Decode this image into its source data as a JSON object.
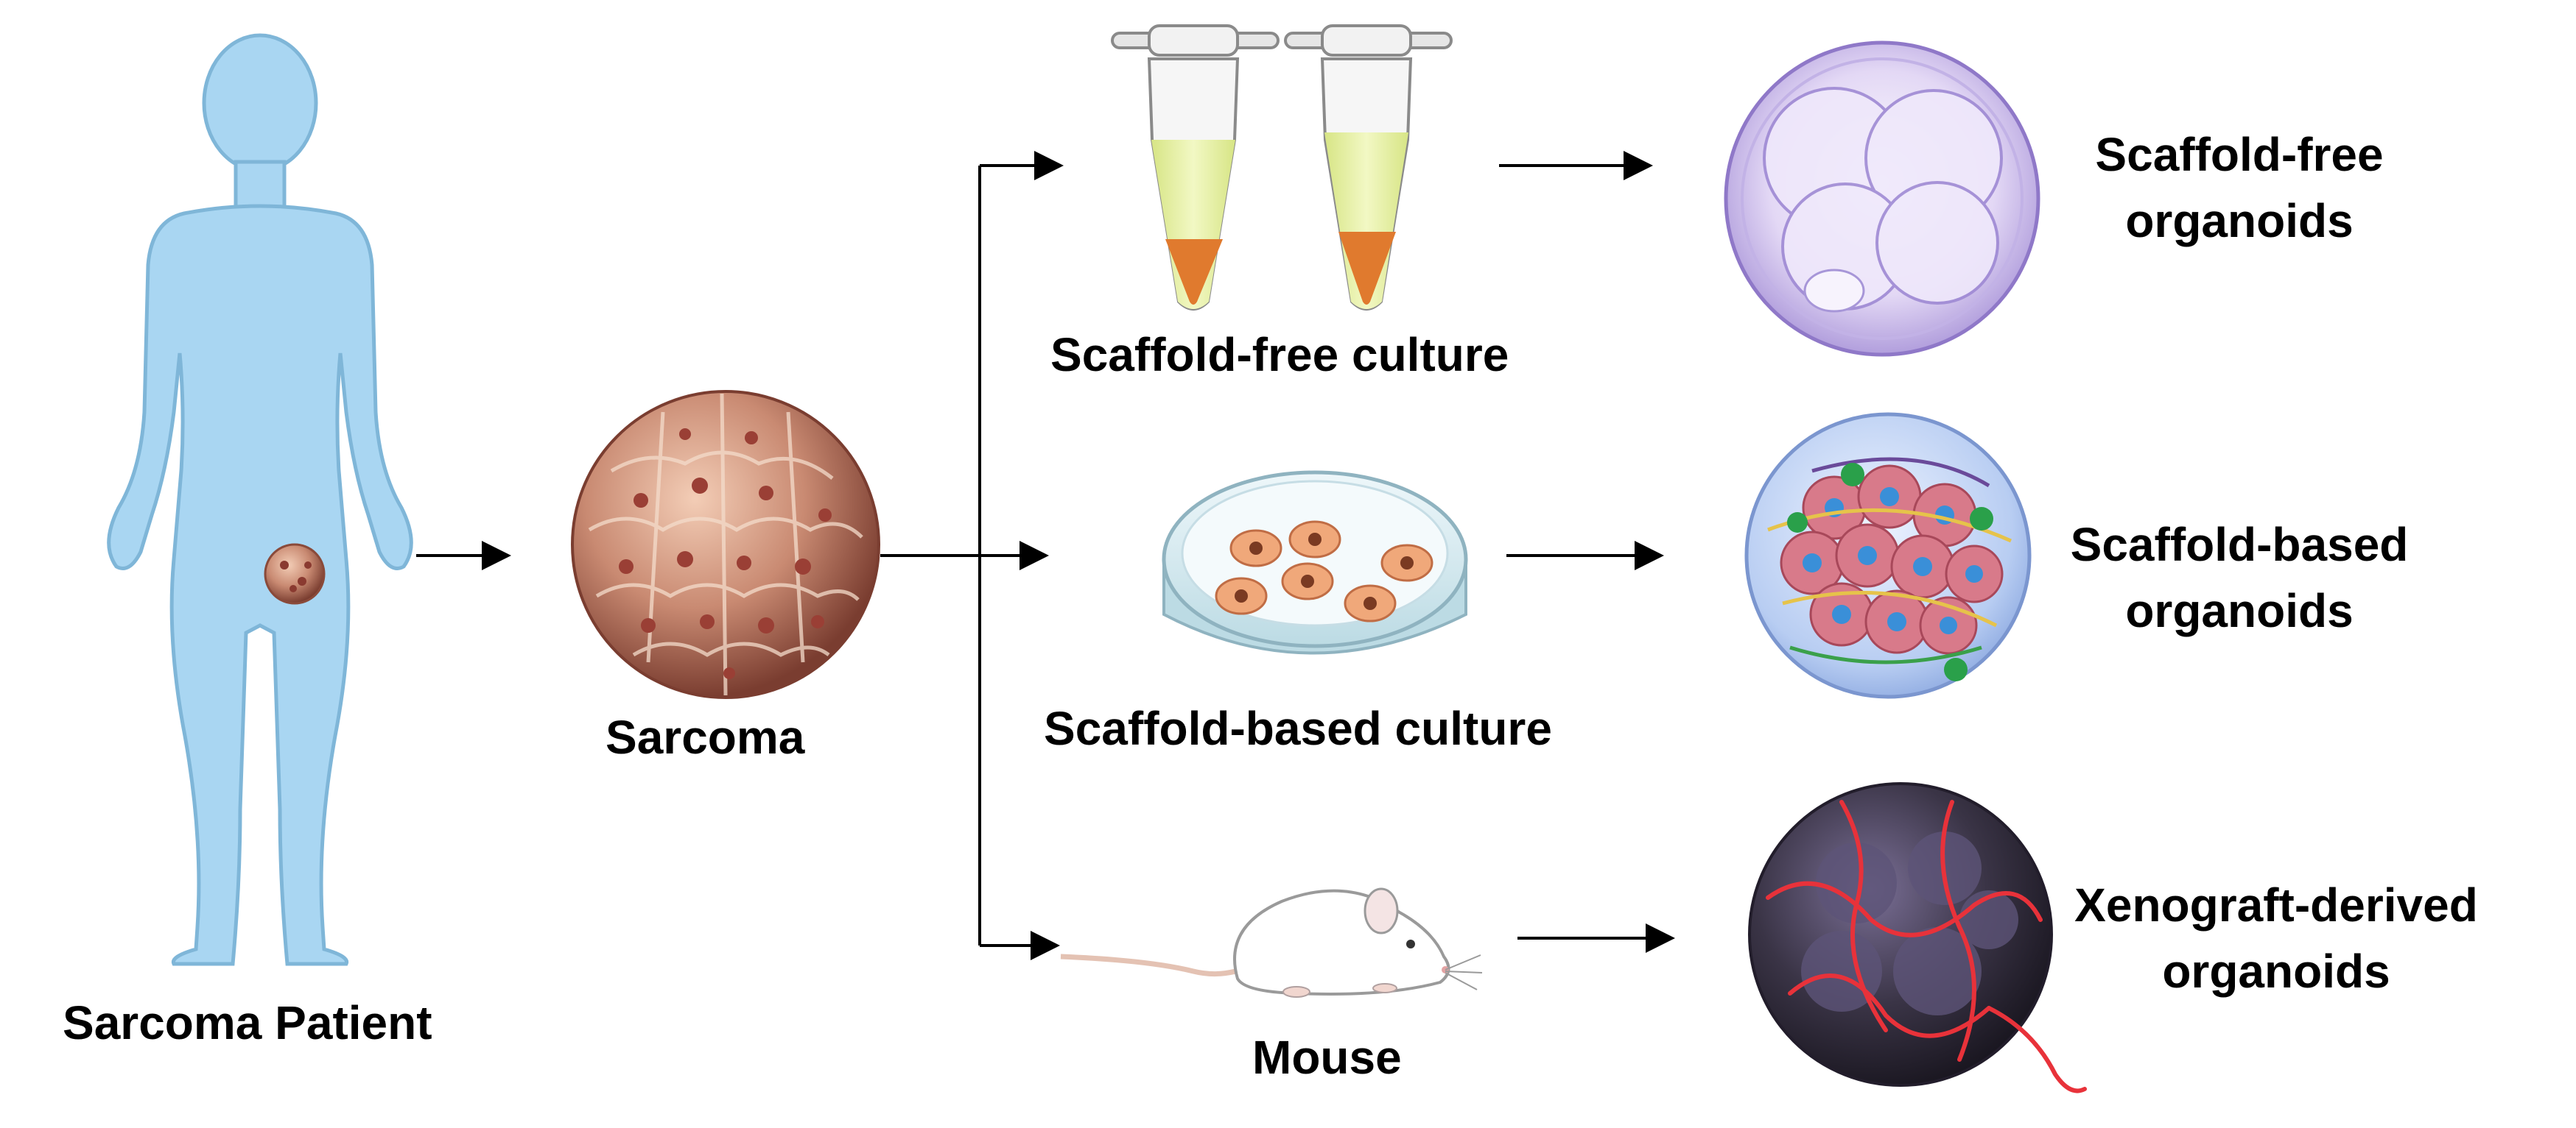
{
  "patient": {
    "label": "Sarcoma Patient"
  },
  "tumor": {
    "label": "Sarcoma"
  },
  "methods": [
    {
      "label": "Scaffold-free culture",
      "result": [
        "Scaffold-free",
        "organoids"
      ]
    },
    {
      "label": "Scaffold-based culture",
      "result": [
        "Scaffold-based",
        "organoids"
      ]
    },
    {
      "label": "Mouse",
      "result": [
        "Xenograft-derived",
        "organoids"
      ]
    }
  ],
  "colors": {
    "body": "#a9d6f2",
    "body_outline": "#7fb6d8",
    "tumor": "#c98a72",
    "tube_liquid": "#e4ef9e",
    "pellet": "#e07a2e",
    "dish": "#cfe7ef",
    "cell": "#f0a87a",
    "organoid_free": "#c9b6e8",
    "organoid_based": "#d87a8a",
    "xenograft": "#3a3446",
    "vessels": "#e8323a"
  }
}
